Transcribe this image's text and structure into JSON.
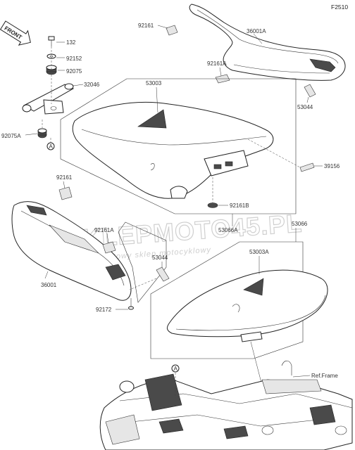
{
  "figure": {
    "code": "F2510"
  },
  "front_marker": {
    "text": "FRONT"
  },
  "watermark": {
    "brand": "SKLEPMOTO45.PL",
    "tagline": "internetowy sklep motocyklowy"
  },
  "ref_frame": {
    "text": "Ref.Frame"
  },
  "ref_points": {
    "a_top": "A",
    "a_bottom": "A"
  },
  "part_labels": {
    "p92161_top": "92161",
    "p36001A": "36001A",
    "p132": "132",
    "p92152": "92152",
    "p92075": "92075",
    "p32046": "32046",
    "p92075A": "92075A",
    "p53003": "53003",
    "p92161A_top": "92161A",
    "p53044_right": "53044",
    "p39156": "39156",
    "p92161B": "92161B",
    "p53066A": "53066A",
    "p92161_left": "92161",
    "p92161A_left": "92161A",
    "p36001": "36001",
    "p53044_mid": "53044",
    "p92172": "92172",
    "p53066": "53066",
    "p53003A": "53003A"
  }
}
